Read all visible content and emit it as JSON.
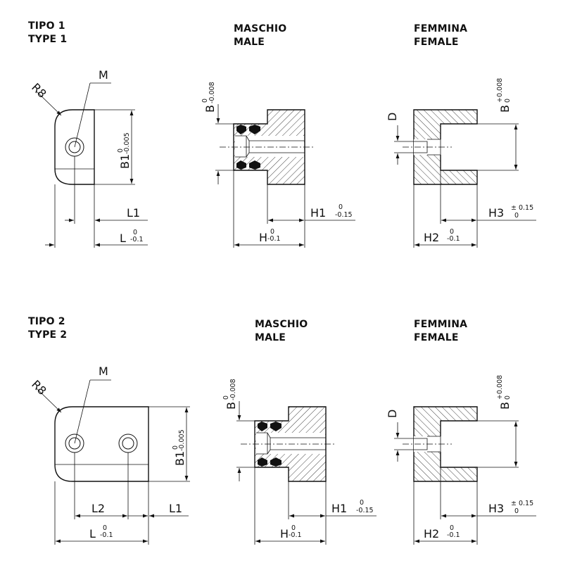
{
  "type1": {
    "tipo_label": "TIPO 1",
    "type_label": "TYPE 1",
    "maschio_label": "MASCHIO",
    "male_label": "MALE",
    "femmina_label": "FEMMINA",
    "female_label": "FEMALE",
    "radius": "R8",
    "m": "M",
    "b1": "B1",
    "b1_tol_upper": "0",
    "b1_tol_lower": "-0.005",
    "l1": "L1",
    "l": "L",
    "l_tol_upper": "0",
    "l_tol_lower": "-0.1",
    "b": "B",
    "b_tol_upper": "0",
    "b_tol_lower": "-0.008",
    "h1": "H1",
    "h1_tol_upper": "0",
    "h1_tol_lower": "-0.15",
    "h": "H",
    "h_tol_upper": "0",
    "h_tol_lower": "-0.1",
    "d": "D",
    "bf": "B",
    "bf_tol_upper": "+0.008",
    "bf_tol_lower": "0",
    "h3": "H3",
    "h3_tol_upper": "± 0.15",
    "h3_tol_lower": "0",
    "h2": "H2",
    "h2_tol_upper": "0",
    "h2_tol_lower": "-0.1"
  },
  "type2": {
    "tipo_label": "TIPO 2",
    "type_label": "TYPE 2",
    "maschio_label": "MASCHIO",
    "male_label": "MALE",
    "femmina_label": "FEMMINA",
    "female_label": "FEMALE",
    "radius": "R8",
    "m": "M",
    "b1": "B1",
    "b1_tol_upper": "0",
    "b1_tol_lower": "-0.005",
    "l1": "L1",
    "l2": "L2",
    "l": "L",
    "l_tol_upper": "0",
    "l_tol_lower": "-0.1",
    "b": "B",
    "b_tol_upper": "0",
    "b_tol_lower": "-0.008",
    "h1": "H1",
    "h1_tol_upper": "0",
    "h1_tol_lower": "-0.15",
    "h": "H",
    "h_tol_upper": "0",
    "h_tol_lower": "-0.1",
    "d": "D",
    "bf": "B",
    "bf_tol_upper": "+0.008",
    "bf_tol_lower": "0",
    "h3": "H3",
    "h3_tol_upper": "± 0.15",
    "h3_tol_lower": "0",
    "h2": "H2",
    "h2_tol_upper": "0",
    "h2_tol_lower": "-0.1"
  }
}
